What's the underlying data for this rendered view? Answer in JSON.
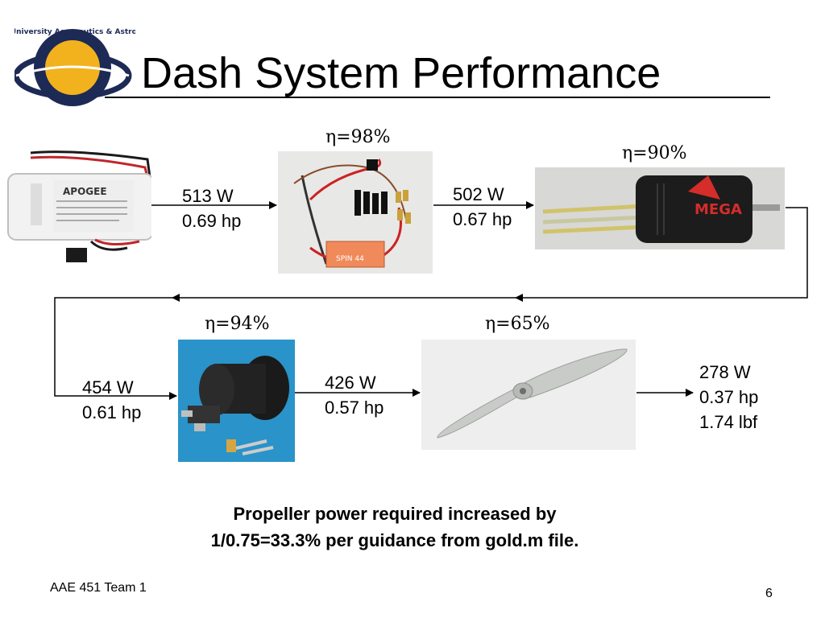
{
  "slide": {
    "title": "Dash System Performance",
    "logo_text": "Purdue University Aeronautics & Astronautics",
    "battery_label": "APOGEE",
    "esc_label": "SPIN 44",
    "motor_label": "MEGA",
    "stage1": {
      "power_w": "513 W",
      "power_hp": "0.69 hp"
    },
    "esc_efficiency": "η=98%",
    "stage2": {
      "power_w": "502 W",
      "power_hp": "0.67 hp"
    },
    "motor_efficiency": "η=90%",
    "stage3": {
      "power_w": "454 W",
      "power_hp": "0.61 hp"
    },
    "gearbox_efficiency": "η=94%",
    "stage4": {
      "power_w": "426 W",
      "power_hp": "0.57 hp"
    },
    "propeller_efficiency": "η=65%",
    "stage5": {
      "power_w": "278 W",
      "power_hp": "0.37 hp",
      "thrust": "1.74 lbf"
    },
    "caption_line1": "Propeller power required increased by",
    "caption_line2": "1/0.75=33.3% per guidance from gold.m file.",
    "footer": "AAE 451 Team 1",
    "page_number": "6"
  },
  "colors": {
    "logo_gold": "#f2b21e",
    "logo_navy": "#1d2a55",
    "gearbox_bg": "#2a93c9",
    "motor_red": "#d42d2a",
    "esc_orange": "#f08a5a"
  }
}
